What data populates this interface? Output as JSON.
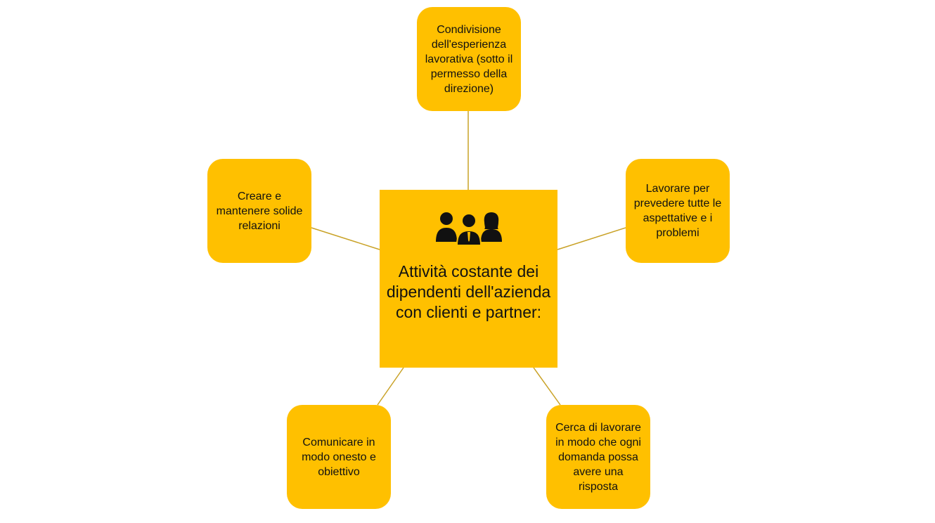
{
  "colors": {
    "node_fill": "#FFC000",
    "connector": "#C9A227",
    "text": "#111111"
  },
  "center": {
    "icon": "people-group-icon",
    "title": "Attività costante dei dipendenti dell'azienda con clienti e partner:"
  },
  "nodes": {
    "top": "Condivisione dell'esperienza lavorativa (sotto il permesso della direzione)",
    "left": "Creare e mantenere solide relazioni",
    "right": "Lavorare per prevedere tutte le aspettative e i problemi",
    "bottom_left": "Comunicare in modo onesto e obiettivo",
    "bottom_right": "Cerca di lavorare in modo che ogni domanda possa avere una risposta"
  }
}
